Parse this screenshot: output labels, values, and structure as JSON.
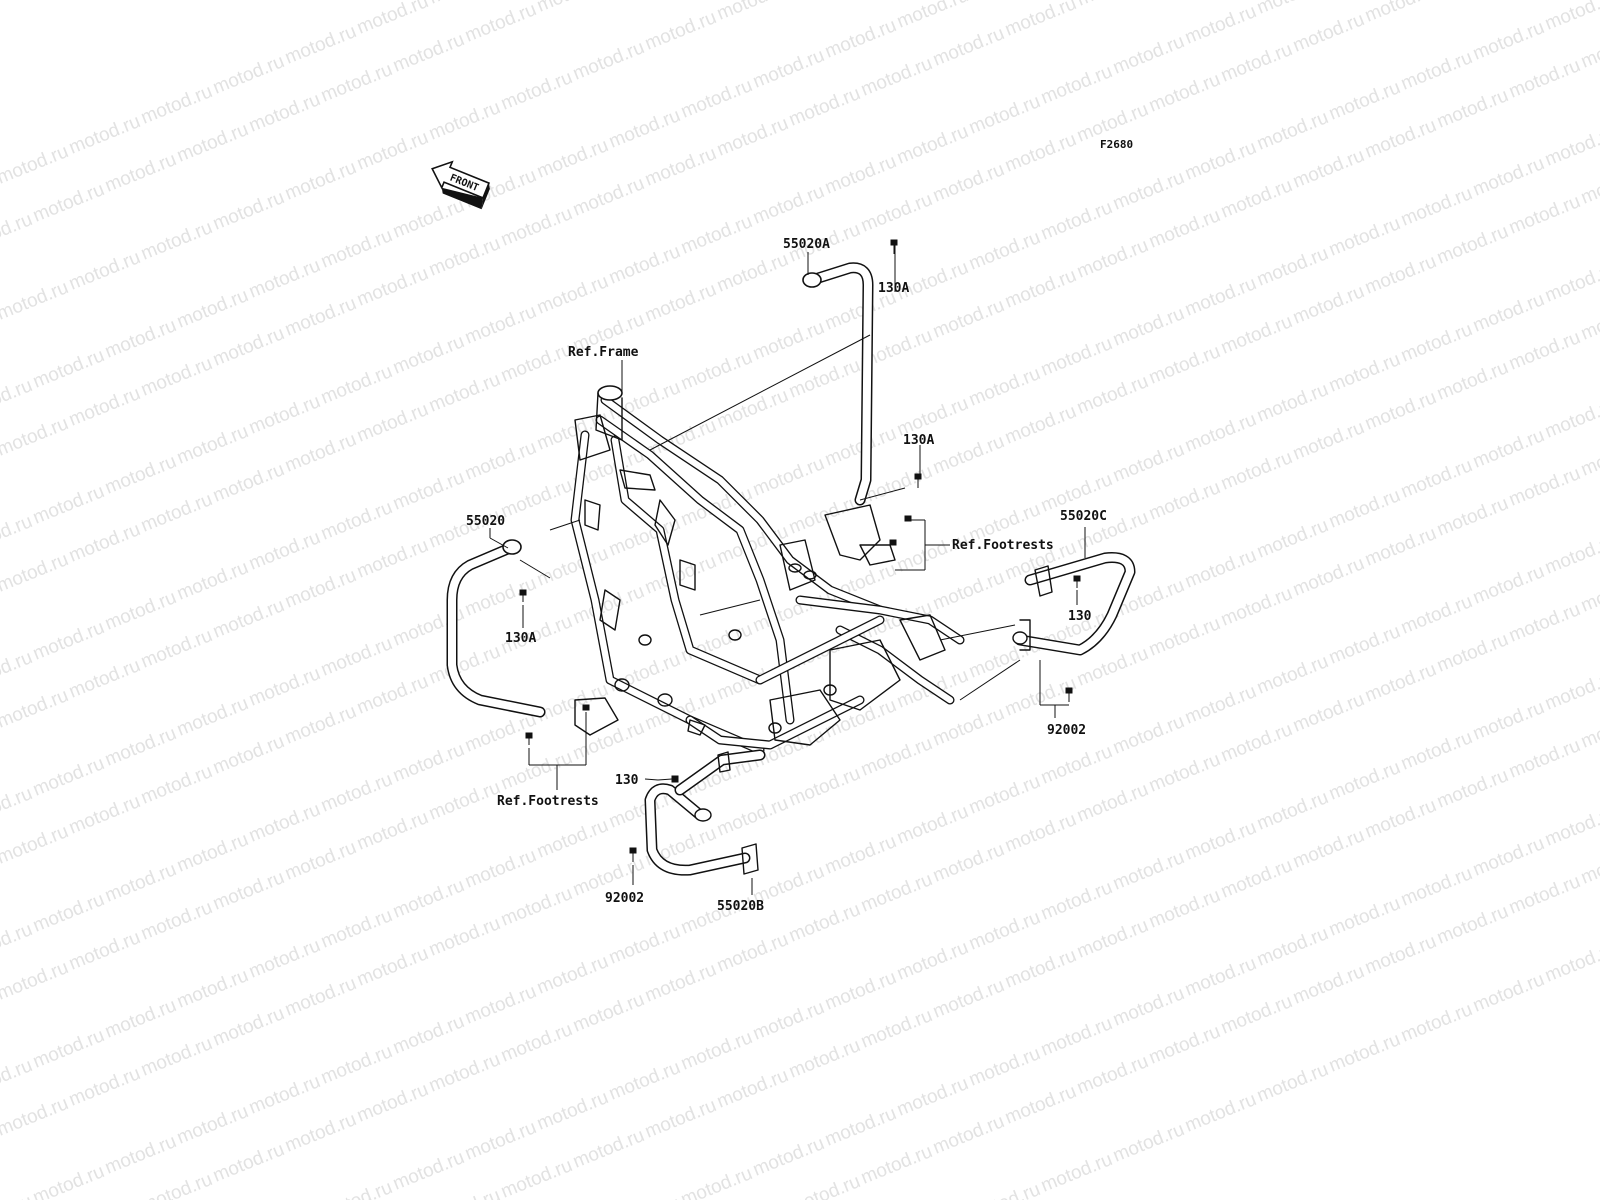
{
  "figure_code": "F2680",
  "front_arrow_label": "FRONT",
  "watermark_text": "motod.ru",
  "callouts": {
    "ref_frame": "Ref.Frame",
    "guard_a": "55020A",
    "bolt_a_top": "130A",
    "bolt_a_mid": "130A",
    "ref_footrests_right": "Ref.Footrests",
    "guard_c": "55020C",
    "bolt_right": "130",
    "collar_right": "92002",
    "guard_main": "55020",
    "bolt_a_left": "130A",
    "ref_footrests_left": "Ref.Footrests",
    "bolt_bottom": "130",
    "collar_bottom": "92002",
    "guard_b": "55020B"
  },
  "colors": {
    "ink": "#111111",
    "watermark": "#e2e2e2",
    "background": "#ffffff"
  },
  "icons": {
    "front_arrow": "front-arrow-icon"
  }
}
